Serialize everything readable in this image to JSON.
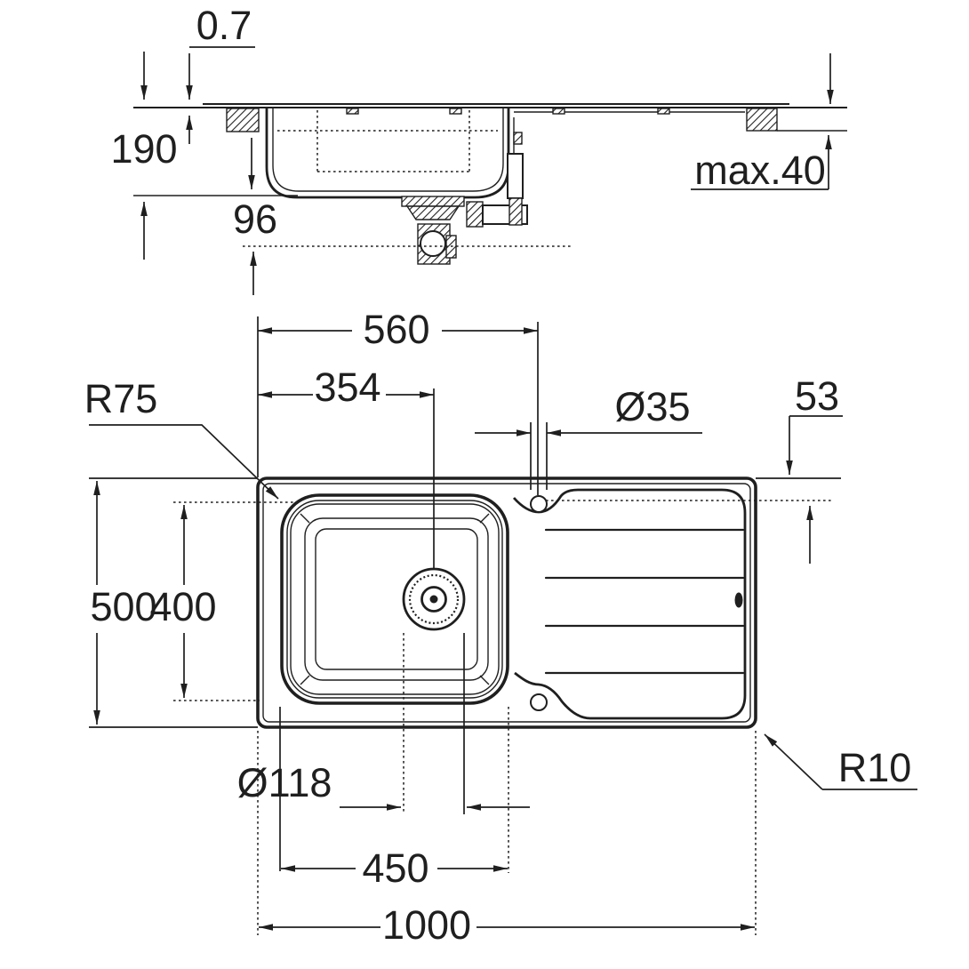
{
  "colors": {
    "background": "#ffffff",
    "line": "#1f1f1f"
  },
  "side_view": {
    "dims": {
      "rim_thickness": "0.7",
      "bowl_depth": "190",
      "trap_offset": "96",
      "worktop_max_thickness": "max.40"
    }
  },
  "plan_view": {
    "dims": {
      "tap_hole_offset": "560",
      "drain_offset": "354",
      "bowl_corner_radius": "R75",
      "tap_hole_diameter": "Ø35",
      "drainer_top_inset": "53",
      "overall_width": "500",
      "bowl_width": "400",
      "drain_diameter": "Ø118",
      "bowl_length": "450",
      "overall_length": "1000",
      "outer_corner_radius": "R10"
    }
  }
}
